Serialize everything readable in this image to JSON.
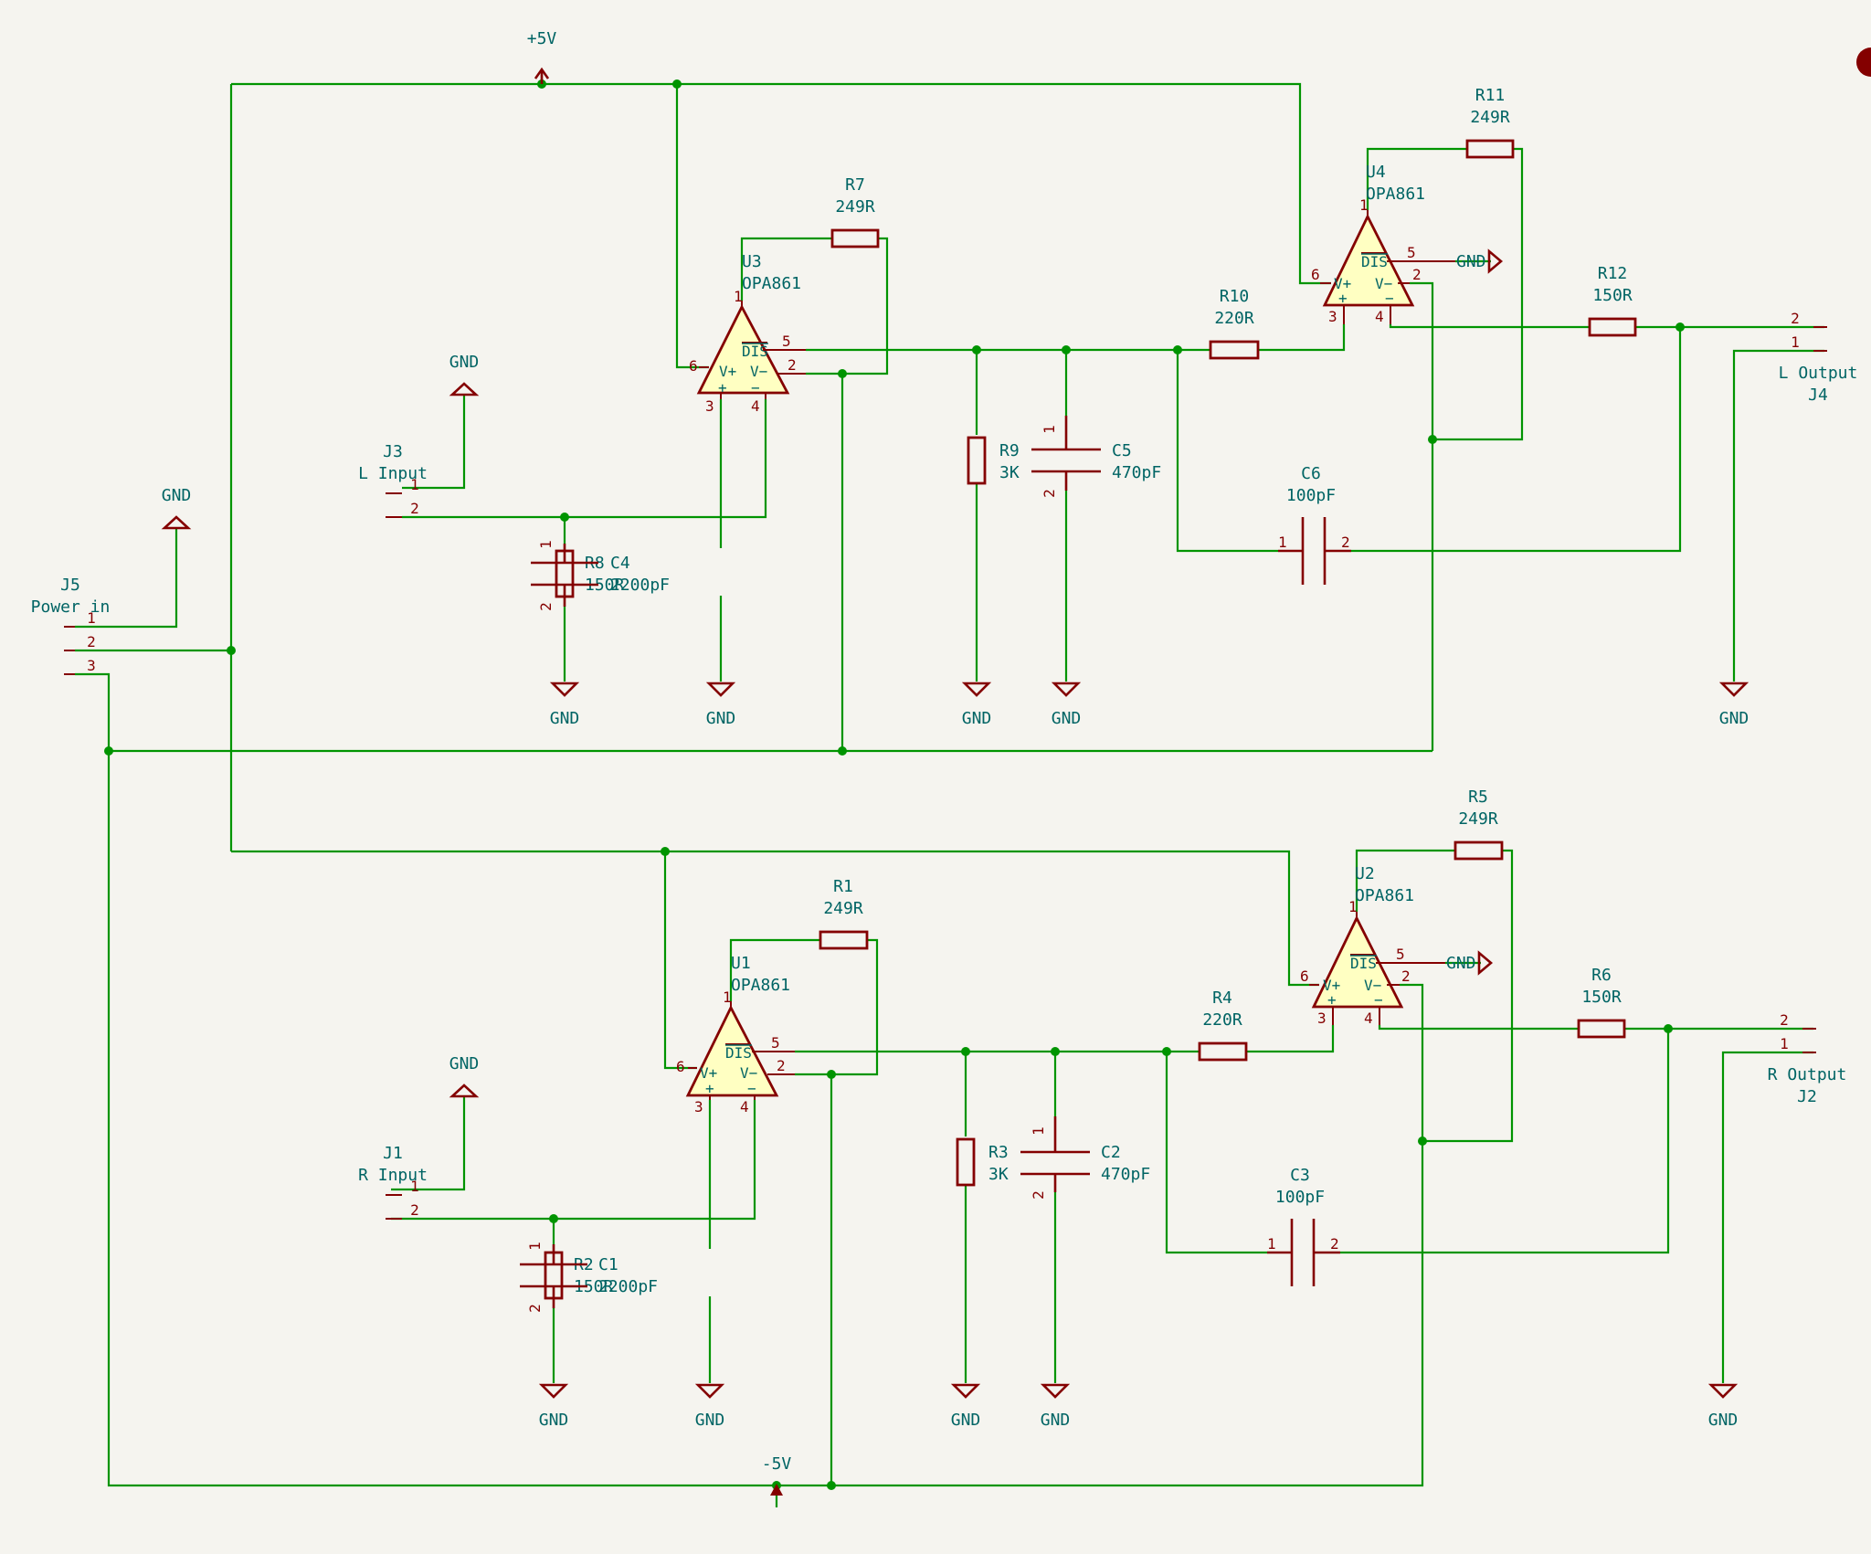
{
  "power": {
    "plus": "+5V",
    "minus": "-5V",
    "gnd": "GND"
  },
  "connectors": {
    "j5": {
      "ref": "J5",
      "value": "Power in",
      "pins": [
        "1",
        "2",
        "3"
      ]
    },
    "j3": {
      "ref": "J3",
      "value": "L Input",
      "pins": [
        "1",
        "2"
      ]
    },
    "j1": {
      "ref": "J1",
      "value": "R Input",
      "pins": [
        "1",
        "2"
      ]
    },
    "j4": {
      "ref": "J4",
      "value": "L Output",
      "pins": [
        "2",
        "1"
      ]
    },
    "j2": {
      "ref": "J2",
      "value": "R Output",
      "pins": [
        "2",
        "1"
      ]
    }
  },
  "opamps": {
    "u3": {
      "ref": "U3",
      "value": "OPA861"
    },
    "u4": {
      "ref": "U4",
      "value": "OPA861"
    },
    "u1": {
      "ref": "U1",
      "value": "OPA861"
    },
    "u2": {
      "ref": "U2",
      "value": "OPA861"
    },
    "pin_names": {
      "vp": "V+",
      "vm": "V−",
      "plus": "+",
      "minus": "−",
      "dis": "DIS"
    },
    "pin_numbers": [
      "1",
      "2",
      "3",
      "4",
      "5",
      "6"
    ]
  },
  "resistors": {
    "r7": {
      "ref": "R7",
      "value": "249R"
    },
    "r11": {
      "ref": "R11",
      "value": "249R"
    },
    "r10": {
      "ref": "R10",
      "value": "220R"
    },
    "r12": {
      "ref": "R12",
      "value": "150R"
    },
    "r9": {
      "ref": "R9",
      "value": "3K"
    },
    "r8": {
      "ref": "R8",
      "value": "150R"
    },
    "r1": {
      "ref": "R1",
      "value": "249R"
    },
    "r5": {
      "ref": "R5",
      "value": "249R"
    },
    "r4": {
      "ref": "R4",
      "value": "220R"
    },
    "r6": {
      "ref": "R6",
      "value": "150R"
    },
    "r3": {
      "ref": "R3",
      "value": "3K"
    },
    "r2": {
      "ref": "R2",
      "value": "150R"
    }
  },
  "capacitors": {
    "c4": {
      "ref": "C4",
      "value": "2200pF"
    },
    "c5": {
      "ref": "C5",
      "value": "470pF"
    },
    "c6": {
      "ref": "C6",
      "value": "100pF"
    },
    "c1": {
      "ref": "C1",
      "value": "2200pF"
    },
    "c2": {
      "ref": "C2",
      "value": "470pF"
    },
    "c3": {
      "ref": "C3",
      "value": "100pF"
    }
  },
  "colors": {
    "background": "#f5f4ef",
    "wire": "#009400",
    "component": "#840000",
    "label": "#006464",
    "opamp_fill": "#ffffc2"
  }
}
